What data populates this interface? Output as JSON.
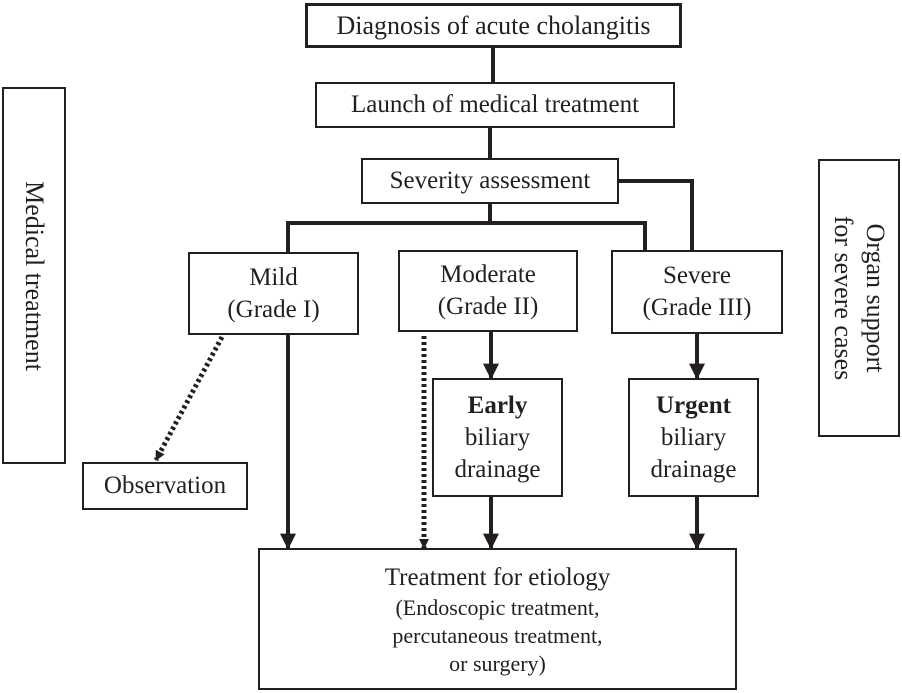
{
  "nodes": {
    "diagnosis": "Diagnosis of acute cholangitis",
    "launch": "Launch of medical treatment",
    "severity": "Severity assessment",
    "mild": [
      "Mild",
      "(Grade I)"
    ],
    "moderate": [
      "Moderate",
      "(Grade II)"
    ],
    "severe": [
      "Severe",
      "(Grade III)"
    ],
    "early": [
      "Early",
      "biliary",
      "drainage"
    ],
    "urgent": [
      "Urgent",
      "biliary",
      "drainage"
    ],
    "observation": "Observation",
    "etiology": [
      "Treatment for etiology",
      "(Endoscopic treatment,",
      "percutaneous treatment,",
      "or surgery)"
    ]
  },
  "side_labels": {
    "left": "Medical treatment",
    "right": [
      "Organ support",
      "for severe cases"
    ]
  },
  "colors": {
    "line": "#231f20",
    "background": "#ffffff"
  }
}
